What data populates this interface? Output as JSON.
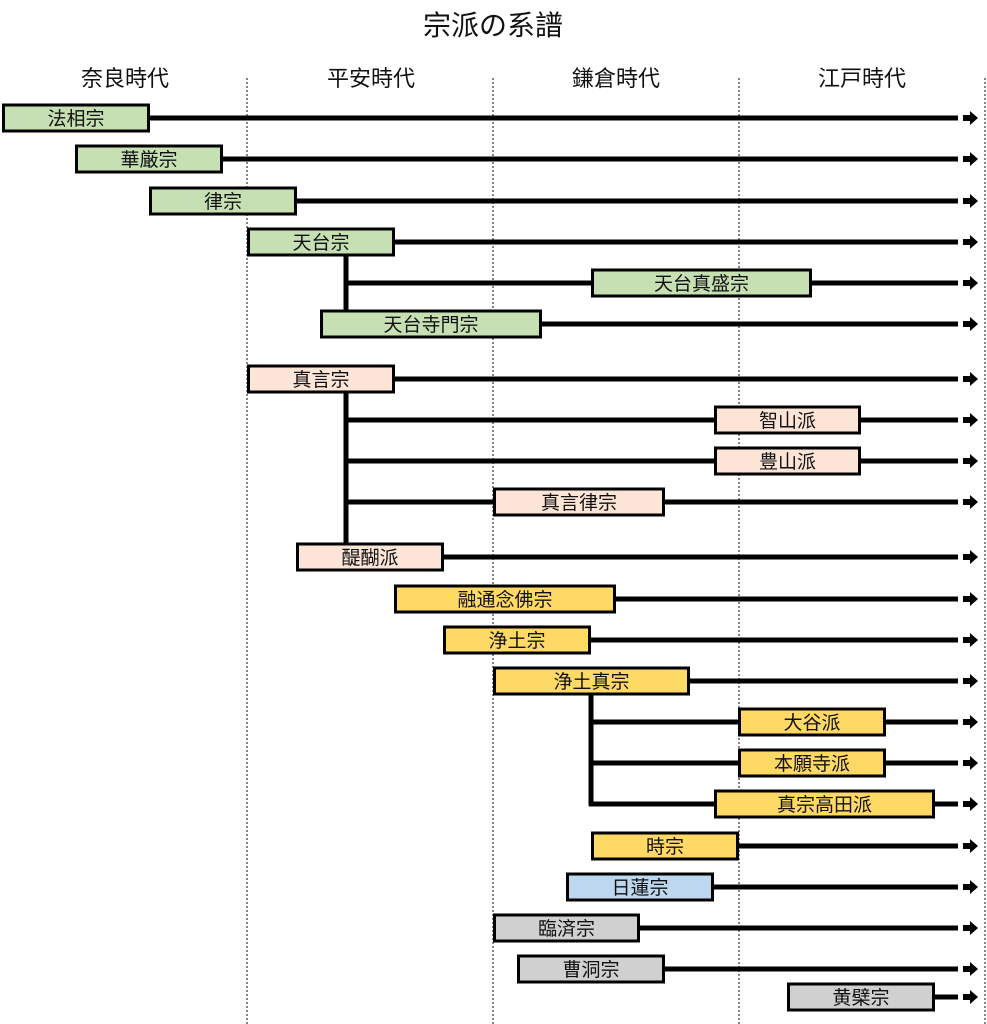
{
  "title": "宗派の系譜",
  "eras": [
    "奈良時代",
    "平安時代",
    "鎌倉時代",
    "江戸時代"
  ],
  "colors": {
    "green": "#c6e0b4",
    "pink": "#fce4d6",
    "yellow": "#ffd966",
    "blue": "#bdd7ee",
    "gray": "#d0d0d0"
  },
  "sects": [
    {
      "label": "法相宗",
      "color": "green"
    },
    {
      "label": "華厳宗",
      "color": "green"
    },
    {
      "label": "律宗",
      "color": "green"
    },
    {
      "label": "天台宗",
      "color": "green"
    },
    {
      "label": "天台真盛宗",
      "color": "green",
      "parent": "天台宗"
    },
    {
      "label": "天台寺門宗",
      "color": "green",
      "parent": "天台宗"
    },
    {
      "label": "真言宗",
      "color": "pink"
    },
    {
      "label": "智山派",
      "color": "pink",
      "parent": "真言宗"
    },
    {
      "label": "豊山派",
      "color": "pink",
      "parent": "真言宗"
    },
    {
      "label": "真言律宗",
      "color": "pink",
      "parent": "真言宗"
    },
    {
      "label": "醍醐派",
      "color": "pink",
      "parent": "真言宗"
    },
    {
      "label": "融通念佛宗",
      "color": "yellow"
    },
    {
      "label": "浄土宗",
      "color": "yellow"
    },
    {
      "label": "浄土真宗",
      "color": "yellow"
    },
    {
      "label": "大谷派",
      "color": "yellow",
      "parent": "浄土真宗"
    },
    {
      "label": "本願寺派",
      "color": "yellow",
      "parent": "浄土真宗"
    },
    {
      "label": "真宗高田派",
      "color": "yellow",
      "parent": "浄土真宗"
    },
    {
      "label": "時宗",
      "color": "yellow"
    },
    {
      "label": "日蓮宗",
      "color": "blue"
    },
    {
      "label": "臨済宗",
      "color": "gray"
    },
    {
      "label": "曹洞宗",
      "color": "gray"
    },
    {
      "label": "黄檗宗",
      "color": "gray"
    }
  ]
}
